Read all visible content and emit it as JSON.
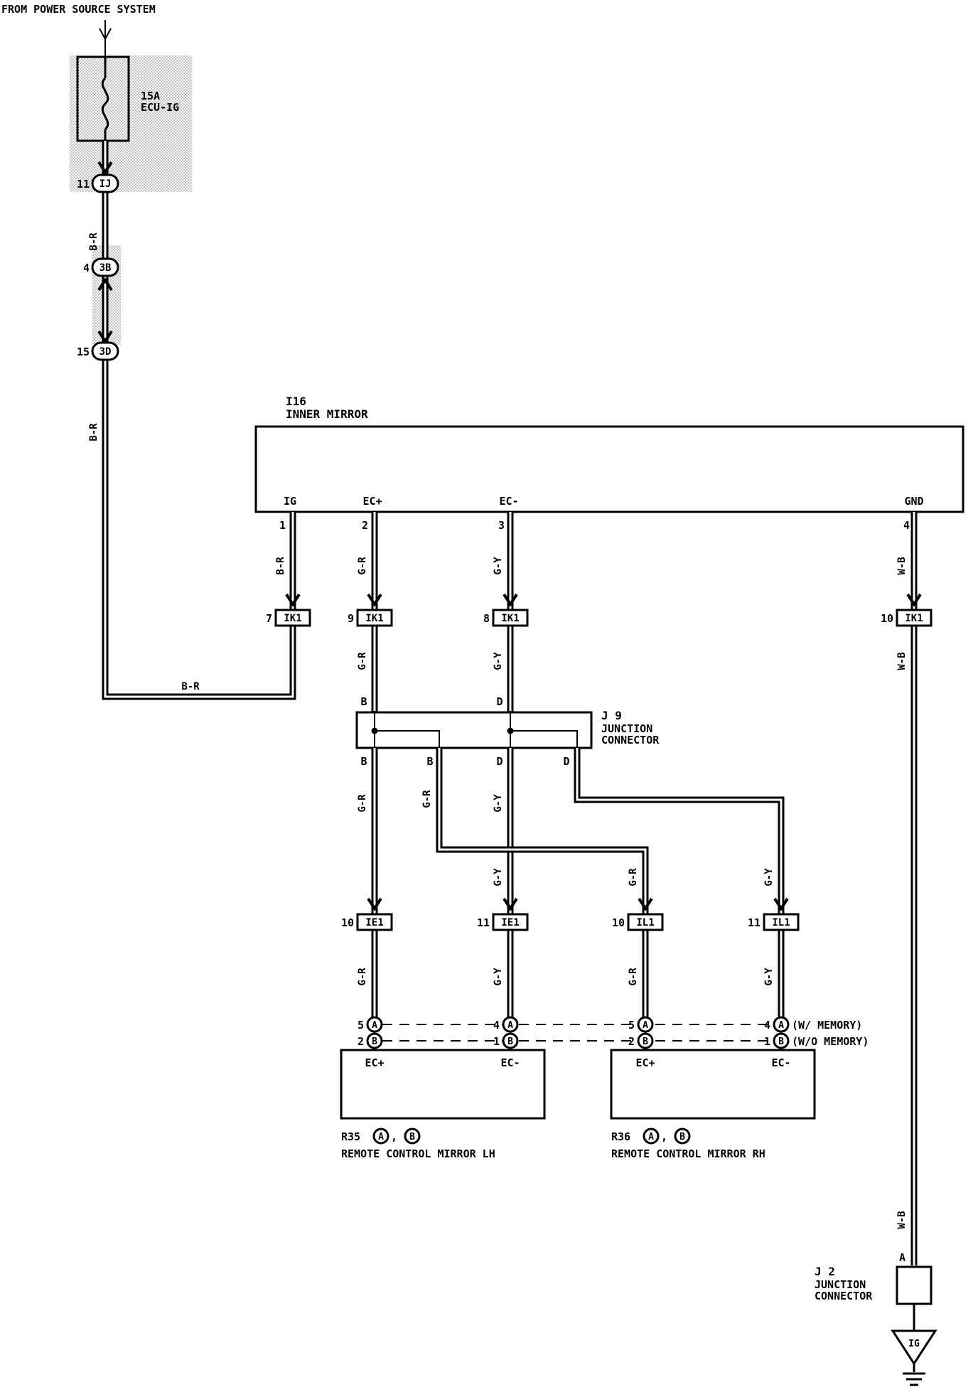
{
  "source_label": "FROM POWER SOURCE SYSTEM",
  "fuse": {
    "rating": "15A",
    "name": "ECU-IG"
  },
  "connectors_top": [
    {
      "pin": "11",
      "code": "IJ"
    },
    {
      "pin": "4",
      "code": "3B"
    },
    {
      "pin": "15",
      "code": "3D"
    }
  ],
  "inner_mirror": {
    "id": "I16",
    "name": "INNER MIRROR",
    "terminals": [
      {
        "label": "IG",
        "pin": "1"
      },
      {
        "label": "EC+",
        "pin": "2"
      },
      {
        "label": "EC-",
        "pin": "3"
      },
      {
        "label": "GND",
        "pin": "4"
      }
    ]
  },
  "ik1": [
    {
      "pin": "7",
      "code": "IK1"
    },
    {
      "pin": "9",
      "code": "IK1"
    },
    {
      "pin": "8",
      "code": "IK1"
    },
    {
      "pin": "10",
      "code": "IK1"
    }
  ],
  "j9": {
    "id": "J 9",
    "line1": "JUNCTION",
    "line2": "CONNECTOR",
    "pins_top": [
      "B",
      "D"
    ],
    "pins_bottom": [
      "B",
      "B",
      "D",
      "D"
    ]
  },
  "lower_connectors": [
    {
      "pin": "10",
      "code": "IE1"
    },
    {
      "pin": "11",
      "code": "IE1"
    },
    {
      "pin": "10",
      "code": "IL1"
    },
    {
      "pin": "11",
      "code": "IL1"
    }
  ],
  "wire_colors": {
    "br": "B-R",
    "gr": "G-R",
    "gy": "G-Y",
    "wb": "W-B"
  },
  "mirror_pins": {
    "lh_a_ecp": "5",
    "lh_a_ecm": "4",
    "lh_b_ecp": "2",
    "lh_b_ecm": "1",
    "rh_a_ecp": "5",
    "rh_a_ecm": "4",
    "rh_b_ecp": "2",
    "rh_b_ecm": "1",
    "circle_a": "A",
    "circle_b": "B",
    "with_memory": "(W/ MEMORY)",
    "without_memory": "(W/O MEMORY)"
  },
  "mirror_lh": {
    "term1": "EC+",
    "term2": "EC-",
    "id": "R35",
    "sep": ",",
    "name": "REMOTE CONTROL MIRROR LH"
  },
  "mirror_rh": {
    "term1": "EC+",
    "term2": "EC-",
    "id": "R36",
    "sep": ",",
    "name": "REMOTE CONTROL MIRROR RH"
  },
  "j2": {
    "id": "J 2",
    "line1": "JUNCTION",
    "line2": "CONNECTOR",
    "pin": "A"
  },
  "ground": {
    "label": "IG"
  }
}
